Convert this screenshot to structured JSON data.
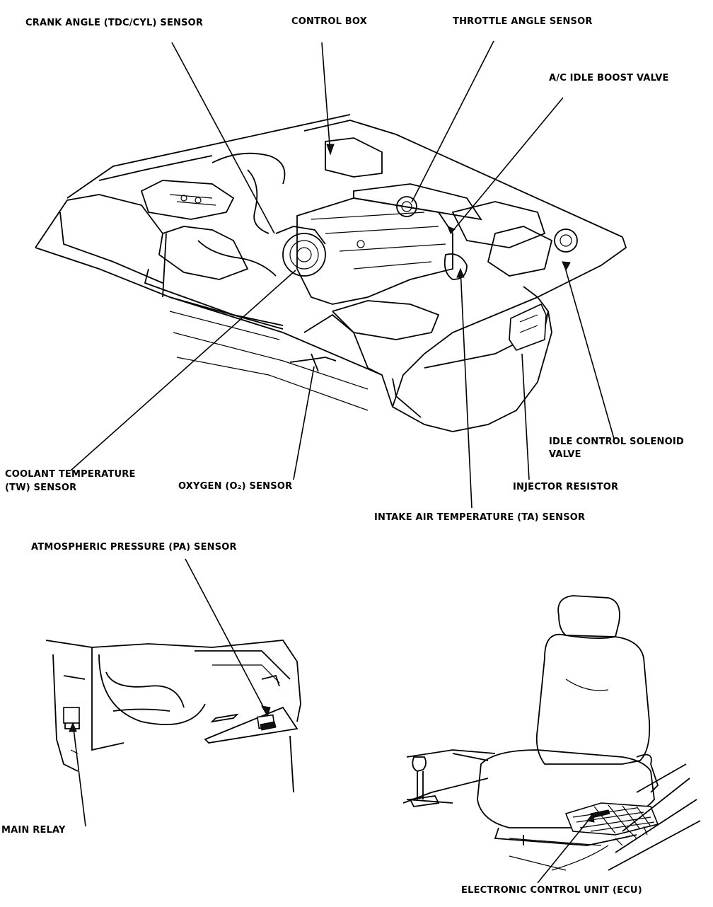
{
  "labels": {
    "crank_angle": "CRANK ANGLE (TDC/CYL) SENSOR",
    "control_box": "CONTROL BOX",
    "throttle_angle": "THROTTLE ANGLE SENSOR",
    "ac_idle_boost": "A/C IDLE BOOST VALVE",
    "idle_control_1": "IDLE CONTROL SOLENOID",
    "idle_control_2": "VALVE",
    "coolant_temp_1": "COOLANT TEMPERATURE",
    "coolant_temp_2": "(TW) SENSOR",
    "oxygen": "OXYGEN (O₂) SENSOR",
    "injector_resistor": "INJECTOR RESISTOR",
    "intake_air": "INTAKE AIR TEMPERATURE (TA) SENSOR",
    "atmospheric": "ATMOSPHERIC PRESSURE (PA) SENSOR",
    "main_relay": "MAIN RELAY",
    "ecu": "ELECTRONIC CONTROL UNIT (ECU)"
  }
}
